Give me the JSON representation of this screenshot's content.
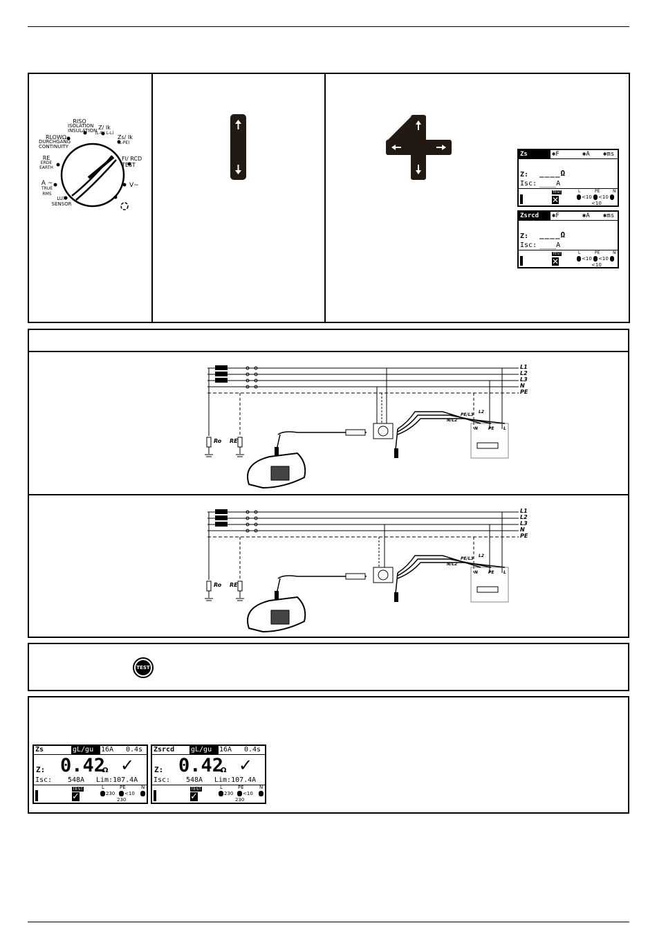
{
  "rotary_switch": {
    "positions": [
      {
        "line1": "RLOWΩ",
        "line2": "DURCHGANG",
        "line3": "CONTINUITY"
      },
      {
        "line1": "RISO",
        "line2": "ISOLATION",
        "line3": "INSULATION"
      },
      {
        "line1": "Z/ Ik",
        "line2": "(L-N/ L-L)"
      },
      {
        "line1": "Zs/ Ik",
        "line2": "(L-PE)"
      },
      {
        "line1": "FI/ RCD",
        "line2": "TEST"
      },
      {
        "line1": "V~"
      },
      {
        "line1": "RE",
        "line2": "ERDE",
        "line3": "EARTH"
      },
      {
        "line1": "A ~",
        "line2": "TRUE RMS"
      },
      {
        "line1": "LUX",
        "line2": "SENSOR"
      }
    ]
  },
  "lcd_pre": [
    {
      "func": "Zs",
      "p1": "✱F",
      "p2": "✱A",
      "p3": "✱ms",
      "z_label": "Z:",
      "z_value": "____Ω",
      "isc_label": "Isc:",
      "isc_value": "____A",
      "test": "TEST",
      "term_L": "L",
      "term_PE": "PE",
      "term_N": "N",
      "v1": "<10",
      "v2": "<10",
      "v3": "<10"
    },
    {
      "func": "Zsrcd",
      "p1": "✱F",
      "p2": "✱A",
      "p3": "✱ms",
      "z_label": "Z:",
      "z_value": "____Ω",
      "isc_label": "Isc:",
      "isc_value": "____A",
      "test": "TEST",
      "term_L": "L",
      "term_PE": "PE",
      "term_N": "N",
      "v1": "<10",
      "v2": "<10",
      "v3": "<10"
    }
  ],
  "diagram": {
    "lines": [
      "L1",
      "L2",
      "L3",
      "N",
      "PE"
    ],
    "ro_label": "Ro",
    "re_label": "RE",
    "probe_labels": [
      "PE/L3",
      "L2",
      "N/L2"
    ],
    "terminal_labels": [
      "N",
      "PE",
      "L"
    ]
  },
  "test_key_label": "TEST",
  "lcd_result": [
    {
      "func": "Zs",
      "fuse_type": "gL/gu",
      "fuse_current": "16A",
      "fuse_time": "0.4s",
      "z_label": "Z:",
      "z_value": "0.42",
      "z_unit": "Ω",
      "isc_label": "Isc:",
      "isc_value": "548A",
      "lim": "Lim:107.4A",
      "test": "TEST",
      "term_L": "L",
      "term_PE": "PE",
      "term_N": "N",
      "v1": "230",
      "v2": "<10",
      "v3": "230"
    },
    {
      "func": "Zsrcd",
      "fuse_type": "gL/gu",
      "fuse_current": "16A",
      "fuse_time": "0.4s",
      "z_label": "Z:",
      "z_value": "0.42",
      "z_unit": "Ω",
      "isc_label": "Isc:",
      "isc_value": "548A",
      "lim": "Lim:107.4A",
      "test": "TEST",
      "term_L": "L",
      "term_PE": "PE",
      "term_N": "N",
      "v1": "230",
      "v2": "<10",
      "v3": "230"
    }
  ]
}
